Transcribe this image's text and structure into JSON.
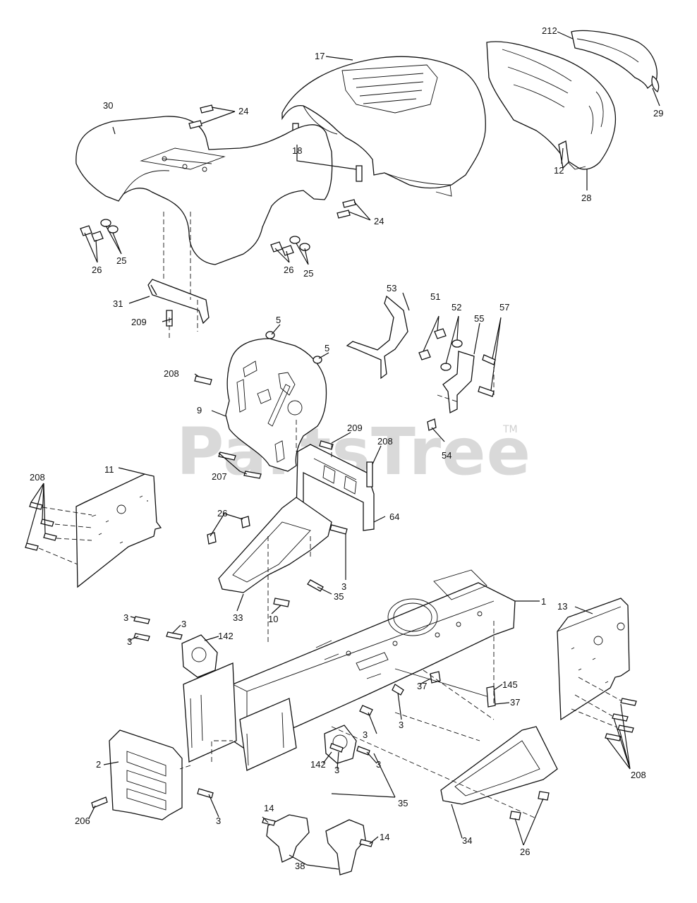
{
  "watermark": {
    "text": "PartsTree",
    "trademark": "TM"
  },
  "callouts": {
    "c17": "17",
    "c212": "212",
    "c29": "29",
    "c30": "30",
    "c24a": "24",
    "c18": "18",
    "c12": "12",
    "c28": "28",
    "c24b": "24",
    "c26a": "26",
    "c25a": "25",
    "c26b": "26",
    "c25b": "25",
    "c31": "31",
    "c209a": "209",
    "c53": "53",
    "c51": "51",
    "c52": "52",
    "c55": "55",
    "c57": "57",
    "c5a": "5",
    "c5b": "5",
    "c208a": "208",
    "c9": "9",
    "c209b": "209",
    "c208b": "208",
    "c54": "54",
    "c207": "207",
    "c11": "11",
    "c208c": "208",
    "c64": "64",
    "c26c": "26",
    "c3a": "3",
    "c35a": "35",
    "c33": "33",
    "c10": "10",
    "c1": "1",
    "c13": "13",
    "c3b": "3",
    "c3c": "3",
    "c3d": "3",
    "c142a": "142",
    "c37a": "37",
    "c145": "145",
    "c37b": "37",
    "c3e": "3",
    "c3f": "3",
    "c3g": "3",
    "c3h": "3",
    "c142b": "142",
    "c2": "2",
    "c208d": "208",
    "c35b": "35",
    "c3i": "3",
    "c206": "206",
    "c14a": "14",
    "c14b": "14",
    "c38": "38",
    "c34": "34",
    "c26d": "26"
  }
}
